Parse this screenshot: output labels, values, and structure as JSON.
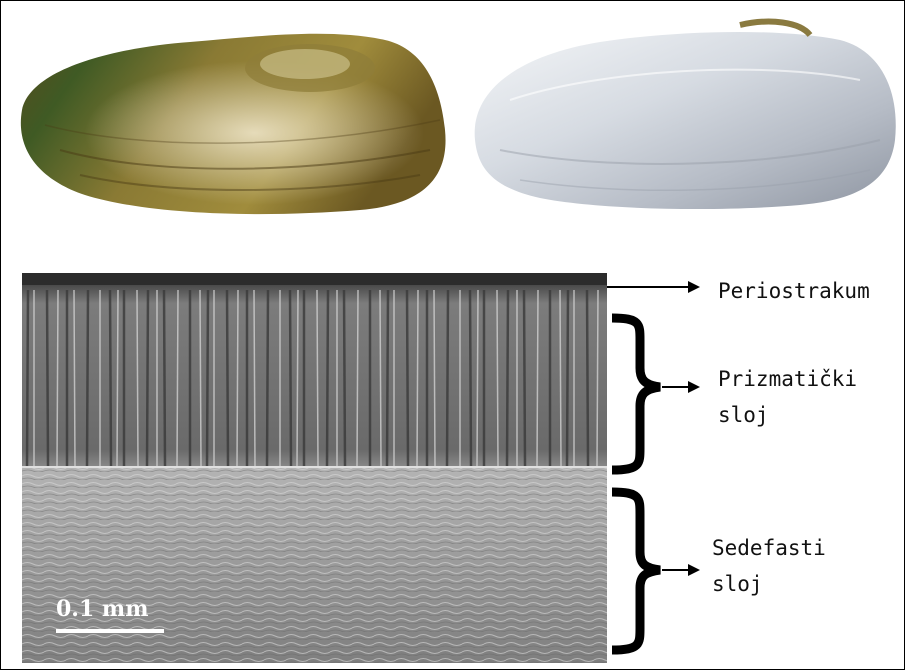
{
  "labels": {
    "periostrakum": "Periostrakum",
    "prizmaticki_line1": "Prizmatički",
    "prizmaticki_line2": "sloj",
    "sedefasti_line1": "Sedefasti",
    "sedefasti_line2": "sloj"
  },
  "scale_bar": {
    "text": "0.1 mm"
  },
  "colors": {
    "outer_shell": "#7a6a2c",
    "outer_shell_green": "#3f5a24",
    "inner_shell": "#d9dde3",
    "sem_dark": "#3a3a3a",
    "sem_light": "#b8b8b8"
  }
}
